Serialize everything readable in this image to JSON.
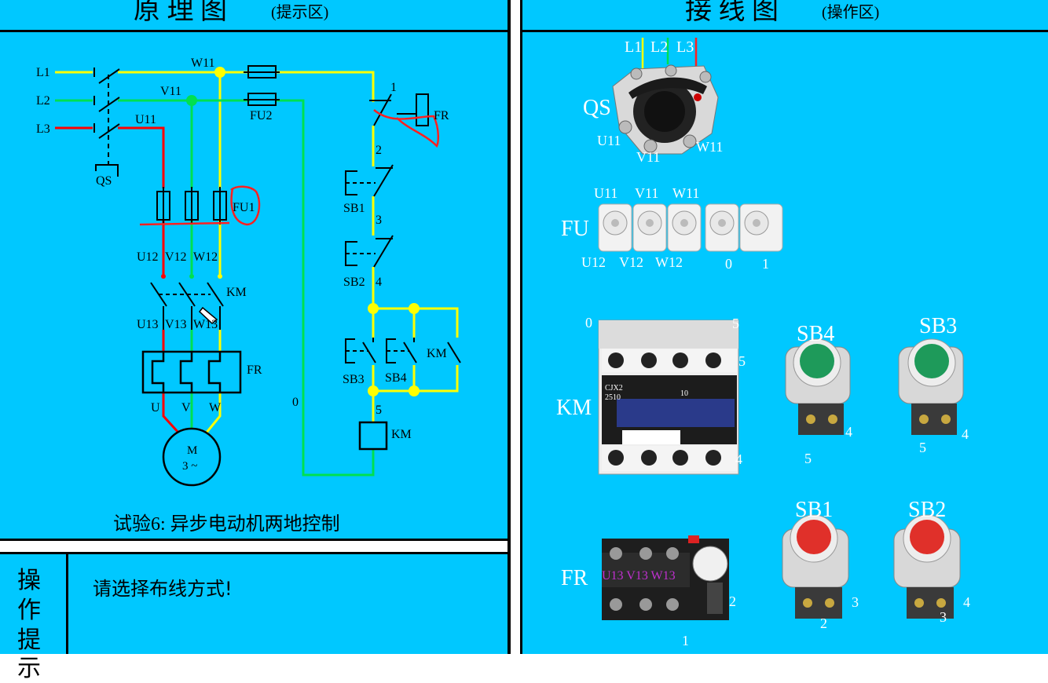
{
  "left_panel": {
    "title": "原 理 图",
    "title_sub": "(提示区)",
    "caption": "试验6: 异步电动机两地控制"
  },
  "right_panel": {
    "title": "接 线 图",
    "title_sub": "(操作区)"
  },
  "tips": {
    "label_chars": [
      "操",
      "作",
      "提",
      "示"
    ],
    "message": "请选择布线方式!"
  },
  "schematic_labels": {
    "L1": "L1",
    "L2": "L2",
    "L3": "L3",
    "W11": "W11",
    "V11": "V11",
    "U11": "U11",
    "QS": "QS",
    "FU1": "FU1",
    "FU2": "FU2",
    "U12": "U12",
    "V12": "V12",
    "W12": "W12",
    "KM": "KM",
    "U13": "U13",
    "V13": "V13",
    "W13": "W13",
    "FR": "FR",
    "U": "U",
    "V": "V",
    "W": "W",
    "motor_M": "M",
    "motor_3": "3 ~",
    "n0": "0",
    "n1": "1",
    "n2": "2",
    "n3": "3",
    "n4": "4",
    "n5": "5",
    "SB1": "SB1",
    "SB2": "SB2",
    "SB3": "SB3",
    "SB4": "SB4"
  },
  "wiring_labels": {
    "L1": "L1",
    "L2": "L2",
    "L3": "L3",
    "QS": "QS",
    "U11": "U11",
    "V11": "V11",
    "W11": "W11",
    "FU": "FU",
    "FU_U11": "U11",
    "FU_V11": "V11",
    "FU_W11": "W11",
    "FU_U12": "U12",
    "FU_V12": "V12",
    "FU_W12": "W12",
    "FU_0": "0",
    "FU_1": "1",
    "KM": "KM",
    "KM_0": "0",
    "KM_5a": "5",
    "KM_5b": "5",
    "KM_4": "4",
    "KM_brand": "CJX2",
    "KM_model": "2510",
    "KM_num": "10",
    "FR": "FR",
    "FR_terms": "U13 V13 W13",
    "FR_2": "2",
    "FR_1": "1",
    "SB4": "SB4",
    "SB4_5": "5",
    "SB4_4": "4",
    "SB3": "SB3",
    "SB3_5": "5",
    "SB3_4": "4",
    "SB1": "SB1",
    "SB1_2": "2",
    "SB1_3": "3",
    "SB2": "SB2",
    "SB2_3": "3",
    "SB2_4": "4"
  },
  "colors": {
    "panel_bg": "#00c8ff",
    "wire_L1": "#ffff00",
    "wire_L2": "#00e050",
    "wire_L3": "#ff0000",
    "button_green": "#1e9a5a",
    "button_red": "#e0302a"
  }
}
